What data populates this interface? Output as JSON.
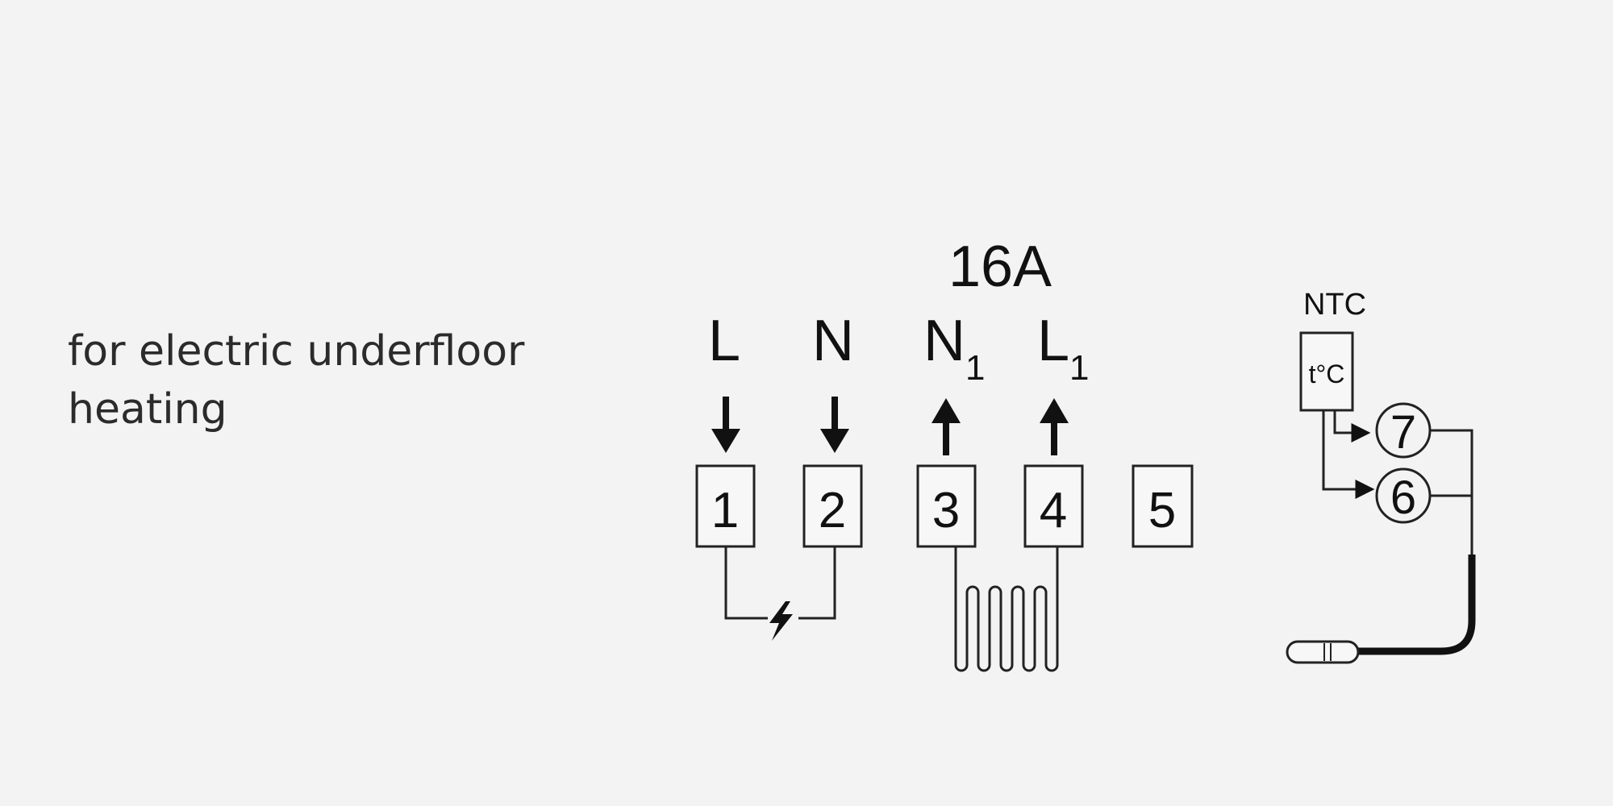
{
  "caption": {
    "line1": "for electric underfloor",
    "line2": "heating"
  },
  "rating": "16A",
  "supply": [
    {
      "name": "L",
      "sub": "",
      "direction": "in"
    },
    {
      "name": "N",
      "sub": "",
      "direction": "in"
    },
    {
      "name": "N",
      "sub": "1",
      "direction": "out"
    },
    {
      "name": "L",
      "sub": "1",
      "direction": "out"
    }
  ],
  "terminals": [
    "1",
    "2",
    "3",
    "4",
    "5"
  ],
  "sensor": {
    "label": "NTC",
    "box_text": "t°C",
    "contacts": [
      "7",
      "6"
    ]
  },
  "icons": {
    "power": "lightning-icon",
    "heater": "heating-coil-icon",
    "probe": "sensor-probe-icon"
  }
}
